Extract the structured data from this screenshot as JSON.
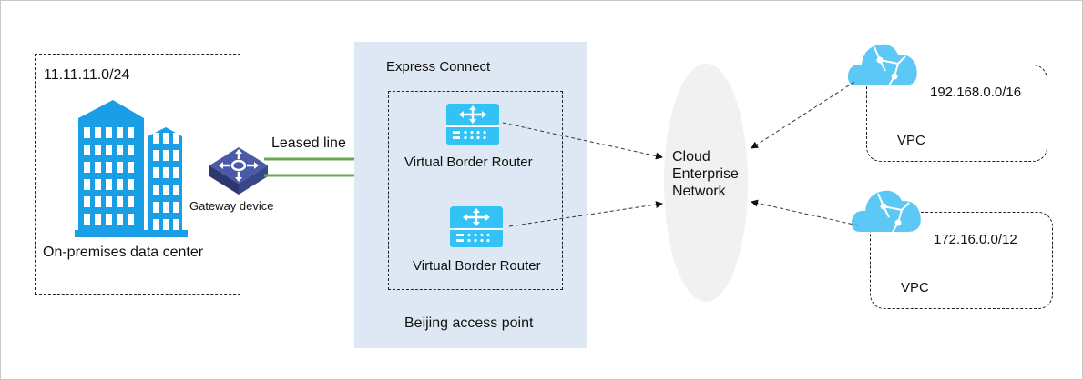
{
  "diagram": {
    "data_center": {
      "subnet": "11.11.11.0/24",
      "label": "On-premises data center",
      "icon": "building-icon"
    },
    "gateway": {
      "label": "Gateway device",
      "icon": "switch-router-icon"
    },
    "leased_line": {
      "label": "Leased line",
      "color": "#6aa84f"
    },
    "express_connect": {
      "title": "Express Connect",
      "access_point": "Beijing access point",
      "background": "#dde8f4",
      "routers": [
        {
          "label": "Virtual Border Router",
          "icon": "virtual-router-icon"
        },
        {
          "label": "Virtual Border Router",
          "icon": "virtual-router-icon"
        }
      ]
    },
    "cen": {
      "line1": "Cloud",
      "line2": "Enterprise",
      "line3": "Network"
    },
    "vpcs": [
      {
        "cidr": "192.168.0.0/16",
        "label": "VPC",
        "icon": "vpc-cloud-icon"
      },
      {
        "cidr": "172.16.0.0/12",
        "label": "VPC",
        "icon": "vpc-cloud-icon"
      }
    ],
    "colors": {
      "icon_blue": "#1a9ee6",
      "router_cyan": "#33c2f5",
      "cloud_blue": "#5bc8f5",
      "gateway_navy": "#3f4f96"
    }
  }
}
